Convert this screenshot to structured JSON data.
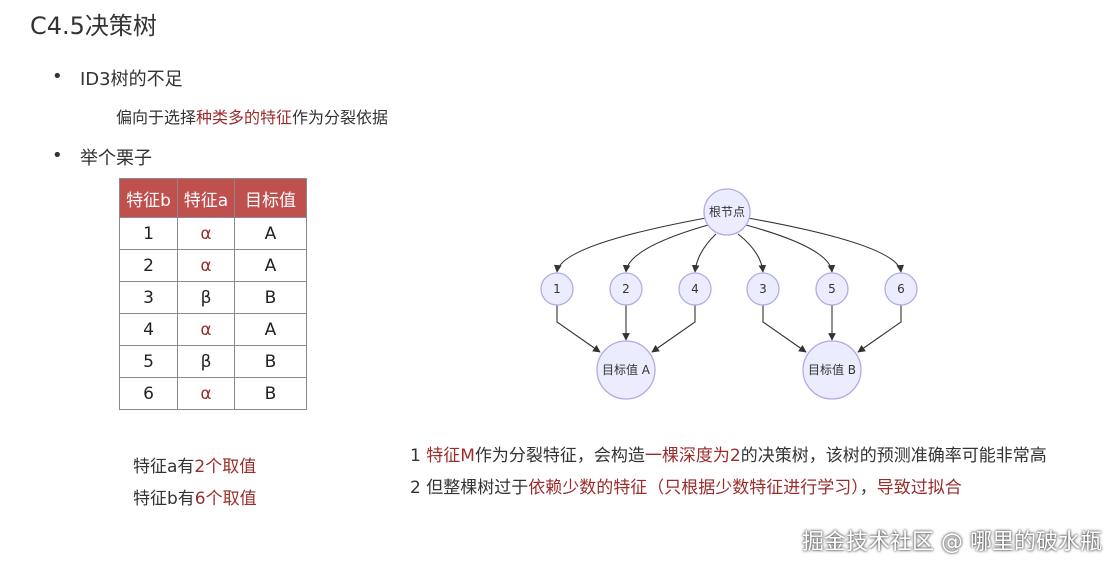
{
  "title": "C4.5决策树",
  "bullet1": {
    "marker": "•",
    "text": "ID3树的不足",
    "sub_prefix": "偏向于选择",
    "sub_highlight": "种类多的特征",
    "sub_suffix": "作为分裂依据"
  },
  "bullet2": {
    "marker": "•",
    "text": "举个栗子"
  },
  "table": {
    "headers": [
      "特征b",
      "特征a",
      "目标值"
    ],
    "rows": [
      [
        "1",
        "α",
        "A"
      ],
      [
        "2",
        "α",
        "A"
      ],
      [
        "3",
        "β",
        "B"
      ],
      [
        "4",
        "α",
        "A"
      ],
      [
        "5",
        "β",
        "B"
      ],
      [
        "6",
        "α",
        "B"
      ]
    ]
  },
  "notes": {
    "a_prefix": "特征a有",
    "a_highlight": "2个取值",
    "b_prefix": "特征b有",
    "b_highlight": "6个取值"
  },
  "conclusion": {
    "line1_num": "1 ",
    "line1_hl1": "特征M",
    "line1_mid1": "作为分裂特征，会构造",
    "line1_hl2": "一棵深度为2",
    "line1_rest": "的决策树，该树的预测准确率可能非常高",
    "line2_num": "2 但整棵树过于",
    "line2_hl1": "依赖少数的特征（只根据少数特征进行学习）",
    "line2_mid": "，",
    "line2_hl2": "导致过拟合"
  },
  "tree": {
    "root": "根节点",
    "children": [
      "1",
      "2",
      "4",
      "3",
      "5",
      "6"
    ],
    "leaves": [
      "目标值 A",
      "目标值 B"
    ]
  },
  "watermark": "掘金技术社区 @ 哪里的破水瓶",
  "colors": {
    "accent_red": "#9b2c2c",
    "header_bg": "#c0504d",
    "node_fill": "#ececff",
    "node_stroke": "#b4a9e6"
  }
}
